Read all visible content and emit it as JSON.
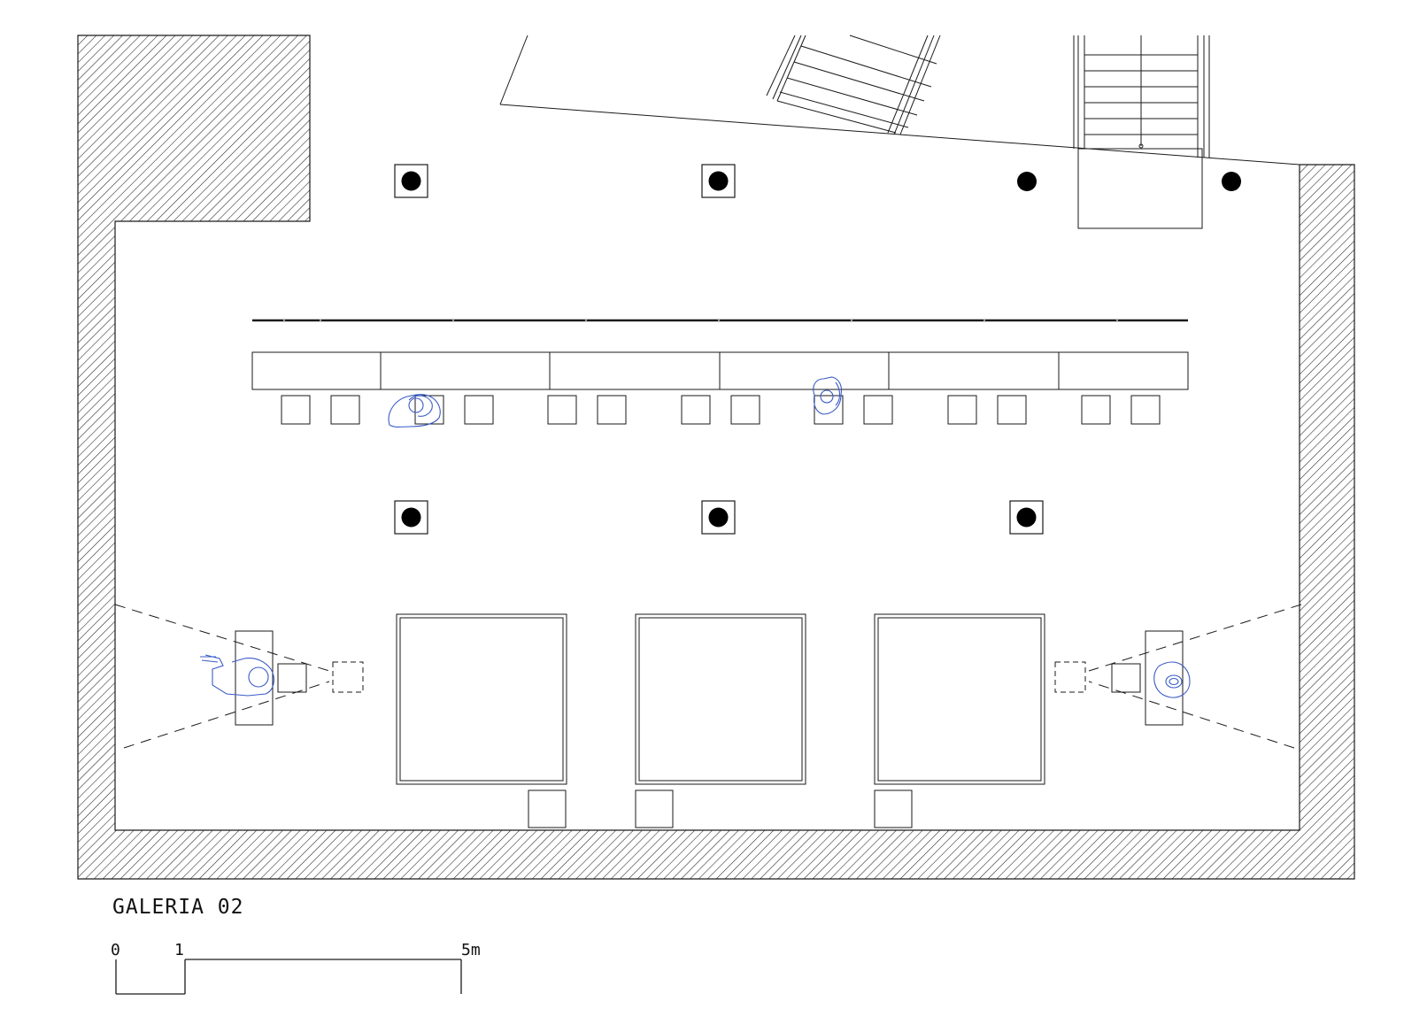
{
  "drawing": {
    "title": "GALERIA 02",
    "line_color": "#1a1a1a",
    "figure_color": "#3a5bc7",
    "hatch_color": "#222222"
  },
  "scale_bar": {
    "labels": [
      "0",
      "1",
      "5m"
    ]
  }
}
